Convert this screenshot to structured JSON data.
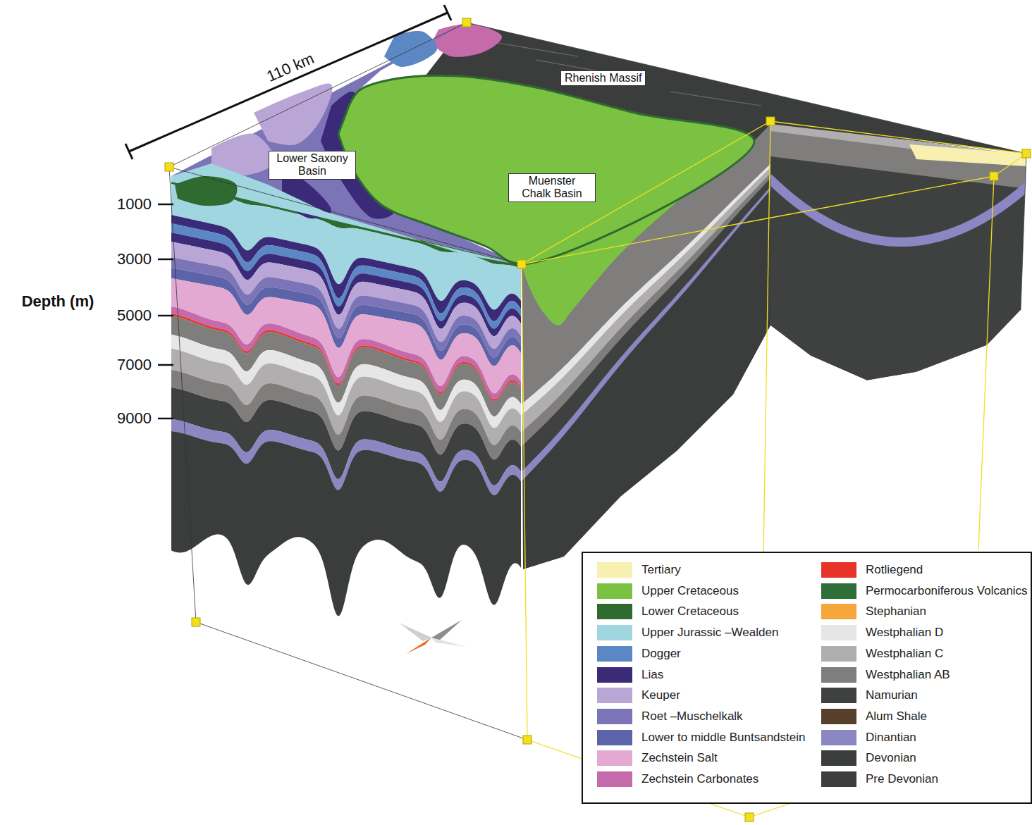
{
  "diagram": {
    "nodes": [
      {
        "text": [
          "Rhenish Massif"
        ]
      },
      {
        "text": [
          "Lower Saxony Basin"
        ]
      },
      {
        "text": [
          "Muenster Chalk Basin"
        ]
      }
    ],
    "labels": [
      "110 km",
      "1000",
      "3000",
      "5000",
      "7000",
      "9000",
      "Depth (m)"
    ],
    "legend": [
      {
        "text": "Tertiary",
        "color": "#f7f0b0"
      },
      {
        "text": "Upper Cretaceous",
        "color": "#7cc242"
      },
      {
        "text": "Lower Cretaceous",
        "color": "#2f6b30"
      },
      {
        "text": "Upper Jurassic –Wealden",
        "color": "#9fd6e0"
      },
      {
        "text": "Dogger",
        "color": "#5b88c4"
      },
      {
        "text": "Lias",
        "color": "#3a2a78"
      },
      {
        "text": "Keuper",
        "color": "#b9a6d6"
      },
      {
        "text": "Roet –Muschelkalk",
        "color": "#7b75b8"
      },
      {
        "text": "Lower to middle Buntsandstein",
        "color": "#5d63a8"
      },
      {
        "text": "Zechstein Salt",
        "color": "#e3a9d3"
      },
      {
        "text": "Zechstein Carbonates",
        "color": "#c56aab"
      },
      {
        "text": "Rotliegend",
        "color": "#e8332a"
      },
      {
        "text": "Permocarboniferous Volcanics",
        "color": "#2e6e38"
      },
      {
        "text": "Stephanian",
        "color": "#f5a53a"
      },
      {
        "text": "Westphalian D",
        "color": "#e6e6e6"
      },
      {
        "text": "Westphalian C",
        "color": "#b0aeae"
      },
      {
        "text": "Westphalian AB",
        "color": "#807d7d"
      },
      {
        "text": "Namurian",
        "color": "#3f4140"
      },
      {
        "text": "Alum Shale",
        "color": "#56402c"
      },
      {
        "text": "Dinantian",
        "color": "#8a87c2"
      },
      {
        "text": "Devonian",
        "color": "#3b3d3d"
      },
      {
        "text": "Pre Devonian",
        "color": "#3d3f3e"
      }
    ]
  }
}
